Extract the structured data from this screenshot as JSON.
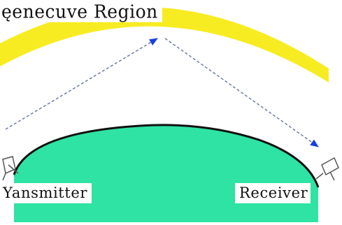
{
  "diagram": {
    "title": "ęenecuve Region",
    "transmitter_label": "Yansmitter",
    "receiver_label": "Receiver",
    "colors": {
      "background": "#ffffff",
      "reflective_region": "#f7ec22",
      "earth": "#2ee3a3",
      "earth_outline": "#111111",
      "ray_line": "#6a7ba6",
      "arrow_head": "#1b40e0",
      "antenna": "#555555"
    },
    "icons": [
      "transmitter-antenna-icon",
      "receiver-antenna-icon",
      "arrow-head-icon"
    ]
  }
}
